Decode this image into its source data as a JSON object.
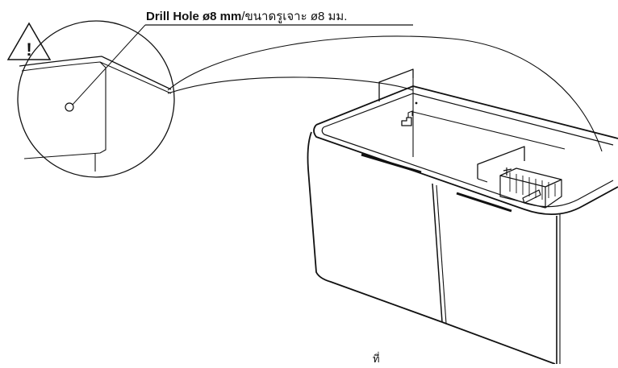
{
  "callout": {
    "label_en": "Drill Hole ø8 mm",
    "separator": "/",
    "label_th": "ขนาดรูเจาะ ø8 มม."
  },
  "warning": {
    "icon": "warning-triangle-icon",
    "glyph": "!"
  },
  "footer": {
    "text": "ที่"
  },
  "colors": {
    "line": "#111111",
    "background": "#ffffff"
  }
}
